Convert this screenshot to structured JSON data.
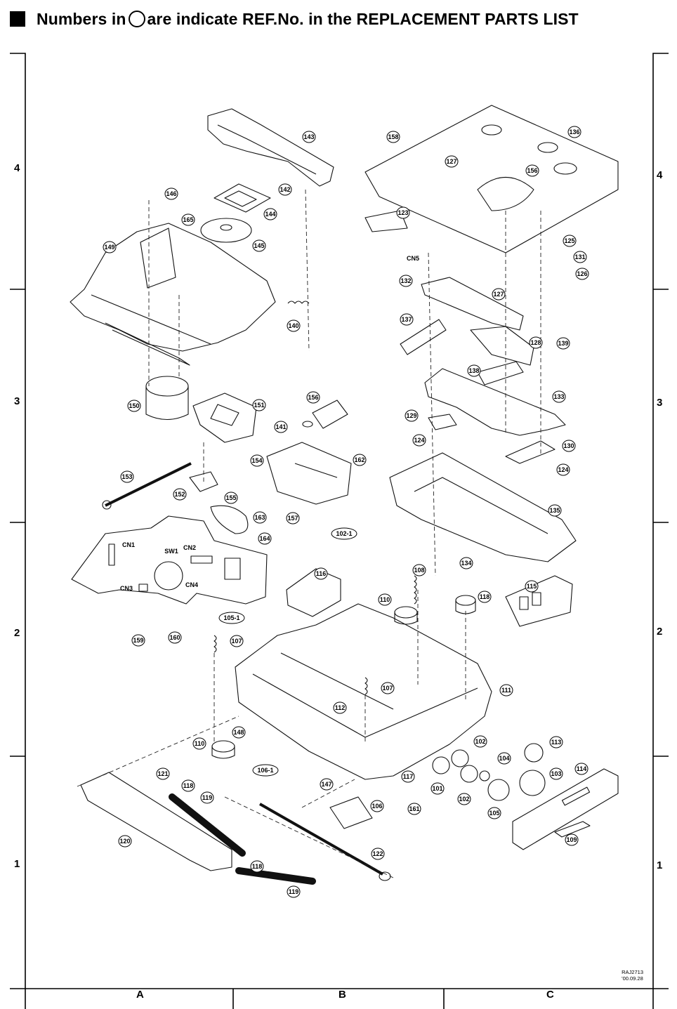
{
  "header": {
    "before": "Numbers in",
    "after": "are indicate REF.No. in the REPLACEMENT PARTS LIST"
  },
  "grid": {
    "rows": [
      "4",
      "3",
      "2",
      "1"
    ],
    "cols": [
      "A",
      "B",
      "C"
    ]
  },
  "callouts": [
    "143",
    "158",
    "136",
    "142",
    "156",
    "144",
    "146",
    "165",
    "145",
    "149",
    "127",
    "125",
    "123",
    "CN5",
    "131",
    "126",
    "132",
    "140",
    "127",
    "137",
    "139",
    "128",
    "138",
    "133",
    "150",
    "151",
    "156",
    "129",
    "141",
    "130",
    "162",
    "124",
    "124",
    "153",
    "154",
    "152",
    "155",
    "157",
    "163",
    "102-1",
    "135",
    "134",
    "164",
    "CN1",
    "SW1",
    "CN2",
    "CN3",
    "CN4",
    "116",
    "108",
    "115",
    "110",
    "118",
    "105-1",
    "159",
    "160",
    "107",
    "107",
    "111",
    "112",
    "110",
    "148",
    "102",
    "113",
    "104",
    "121",
    "118",
    "106-1",
    "117",
    "101",
    "103",
    "114",
    "147",
    "119",
    "120",
    "161",
    "102",
    "105",
    "106",
    "109",
    "122",
    "118",
    "119"
  ],
  "drawing_code": {
    "line1": "RAJ2713",
    "line2": "'00.09.28"
  }
}
